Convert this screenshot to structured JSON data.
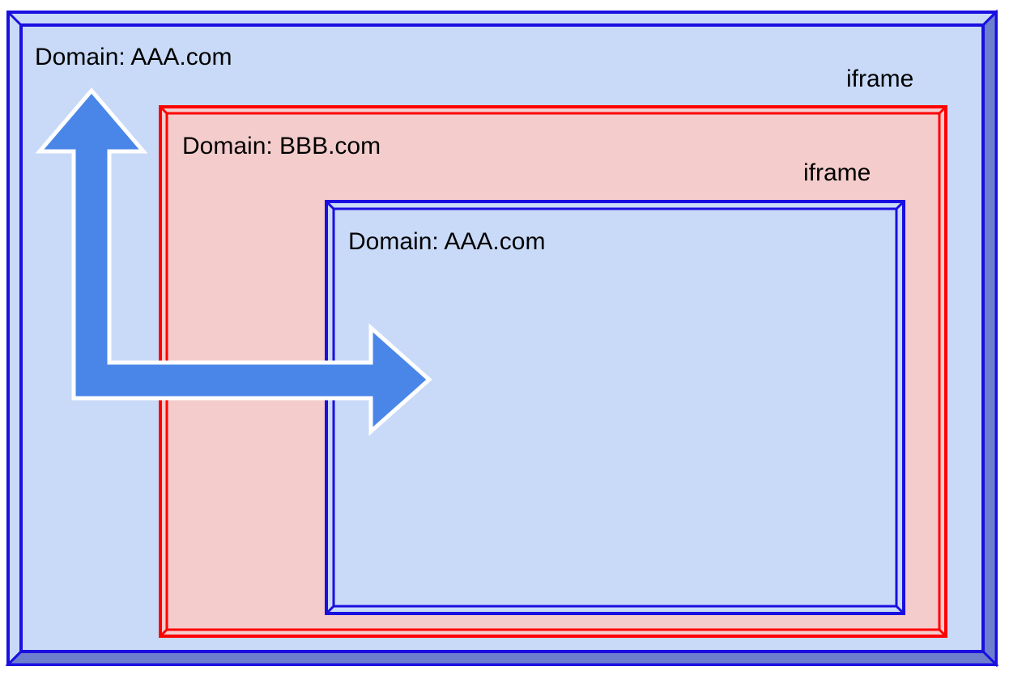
{
  "outer_frame": {
    "domain_label": "Domain: AAA.com",
    "frame_label": "iframe"
  },
  "middle_frame": {
    "domain_label": "Domain: BBB.com",
    "frame_label": "iframe"
  },
  "inner_frame": {
    "domain_label": "Domain: AAA.com"
  },
  "colors": {
    "blue_border": "#1a0fe0",
    "blue_fill": "#c9daf8",
    "red_border": "#ff0000",
    "red_fill": "#f4cccc",
    "arrow_fill": "#4a86e8",
    "bevel_shade": "#6d7fcc"
  }
}
